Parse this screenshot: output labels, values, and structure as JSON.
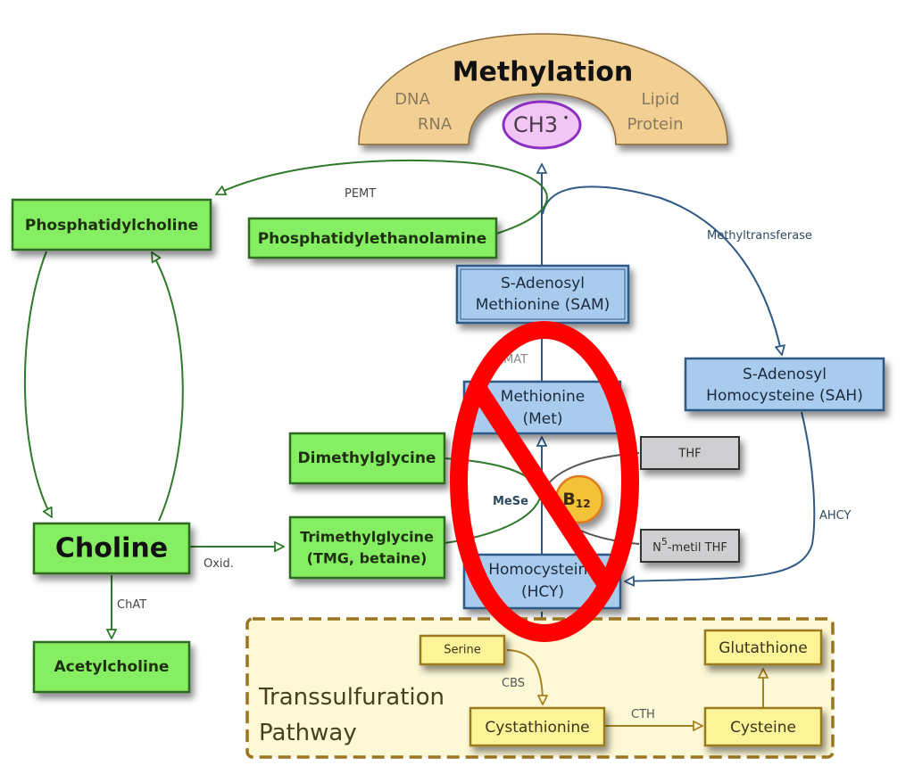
{
  "diagram": {
    "methylation": {
      "title": "Methylation",
      "targets_left": [
        "DNA",
        "RNA"
      ],
      "targets_right": [
        "Lipid",
        "Protein"
      ],
      "methyl_group": "CH3",
      "methyl_dot": "•"
    },
    "nodes": {
      "phosphatidylcholine": "Phosphatidylcholine",
      "phosphatidylethanolamine": "Phosphatidylethanolamine",
      "choline": "Choline",
      "acetylcholine": "Acetylcholine",
      "dimethylglycine": "Dimethylglycine",
      "trimethylglycine_line1": "Trimethylglycine",
      "trimethylglycine_line2": "(TMG, betaine)",
      "sam_line1": "S-Adenosyl",
      "sam_line2": "Methionine (SAM)",
      "methionine_line1": "Methionine",
      "methionine_line2": "(Met)",
      "homocysteine_line1": "Homocysteine",
      "homocysteine_line2": "(HCY)",
      "sah_line1": "S-Adenosyl",
      "sah_line2": "Homocysteine (SAH)",
      "thf": "THF",
      "n5_prefix": "N",
      "n5_superscript": "5",
      "n5_suffix": "-metil THF",
      "b12_letter": "B",
      "b12_subscript": "12",
      "serine": "Serine",
      "cystathionine": "Cystathionine",
      "cysteine": "Cysteine",
      "glutathione": "Glutathione"
    },
    "enzymes": {
      "pemt": "PEMT",
      "methyltransferase": "Methyltransferase",
      "mat": "MAT",
      "mese": "MeSe",
      "ahcy": "AHCY",
      "oxid": "Oxid.",
      "chat": "ChAT",
      "cbs": "CBS",
      "cth": "CTH"
    },
    "transsulfuration": {
      "title_line1": "Transsulfuration",
      "title_line2": "Pathway"
    },
    "overlay": {
      "symbol": "prohibition-sign",
      "color": "#ff0000"
    },
    "colors": {
      "green_fill": "#86ee62",
      "green_stroke": "#2f6b22",
      "blue_fill": "#a9cbee",
      "blue_stroke": "#2e5a85",
      "gray_fill": "#cfcfd2",
      "yellow_fill": "#fdf49a",
      "yellow_stroke": "#9a7a1e",
      "arch_fill": "#f2cf92",
      "ch3_fill": "#f2c6f4",
      "ch3_stroke": "#8a2fc0",
      "b12_fill": "#f3c238",
      "b12_stroke": "#e07a1a",
      "pathway_bg": "#fdf8d6",
      "pathway_border": "#9a741e"
    }
  }
}
